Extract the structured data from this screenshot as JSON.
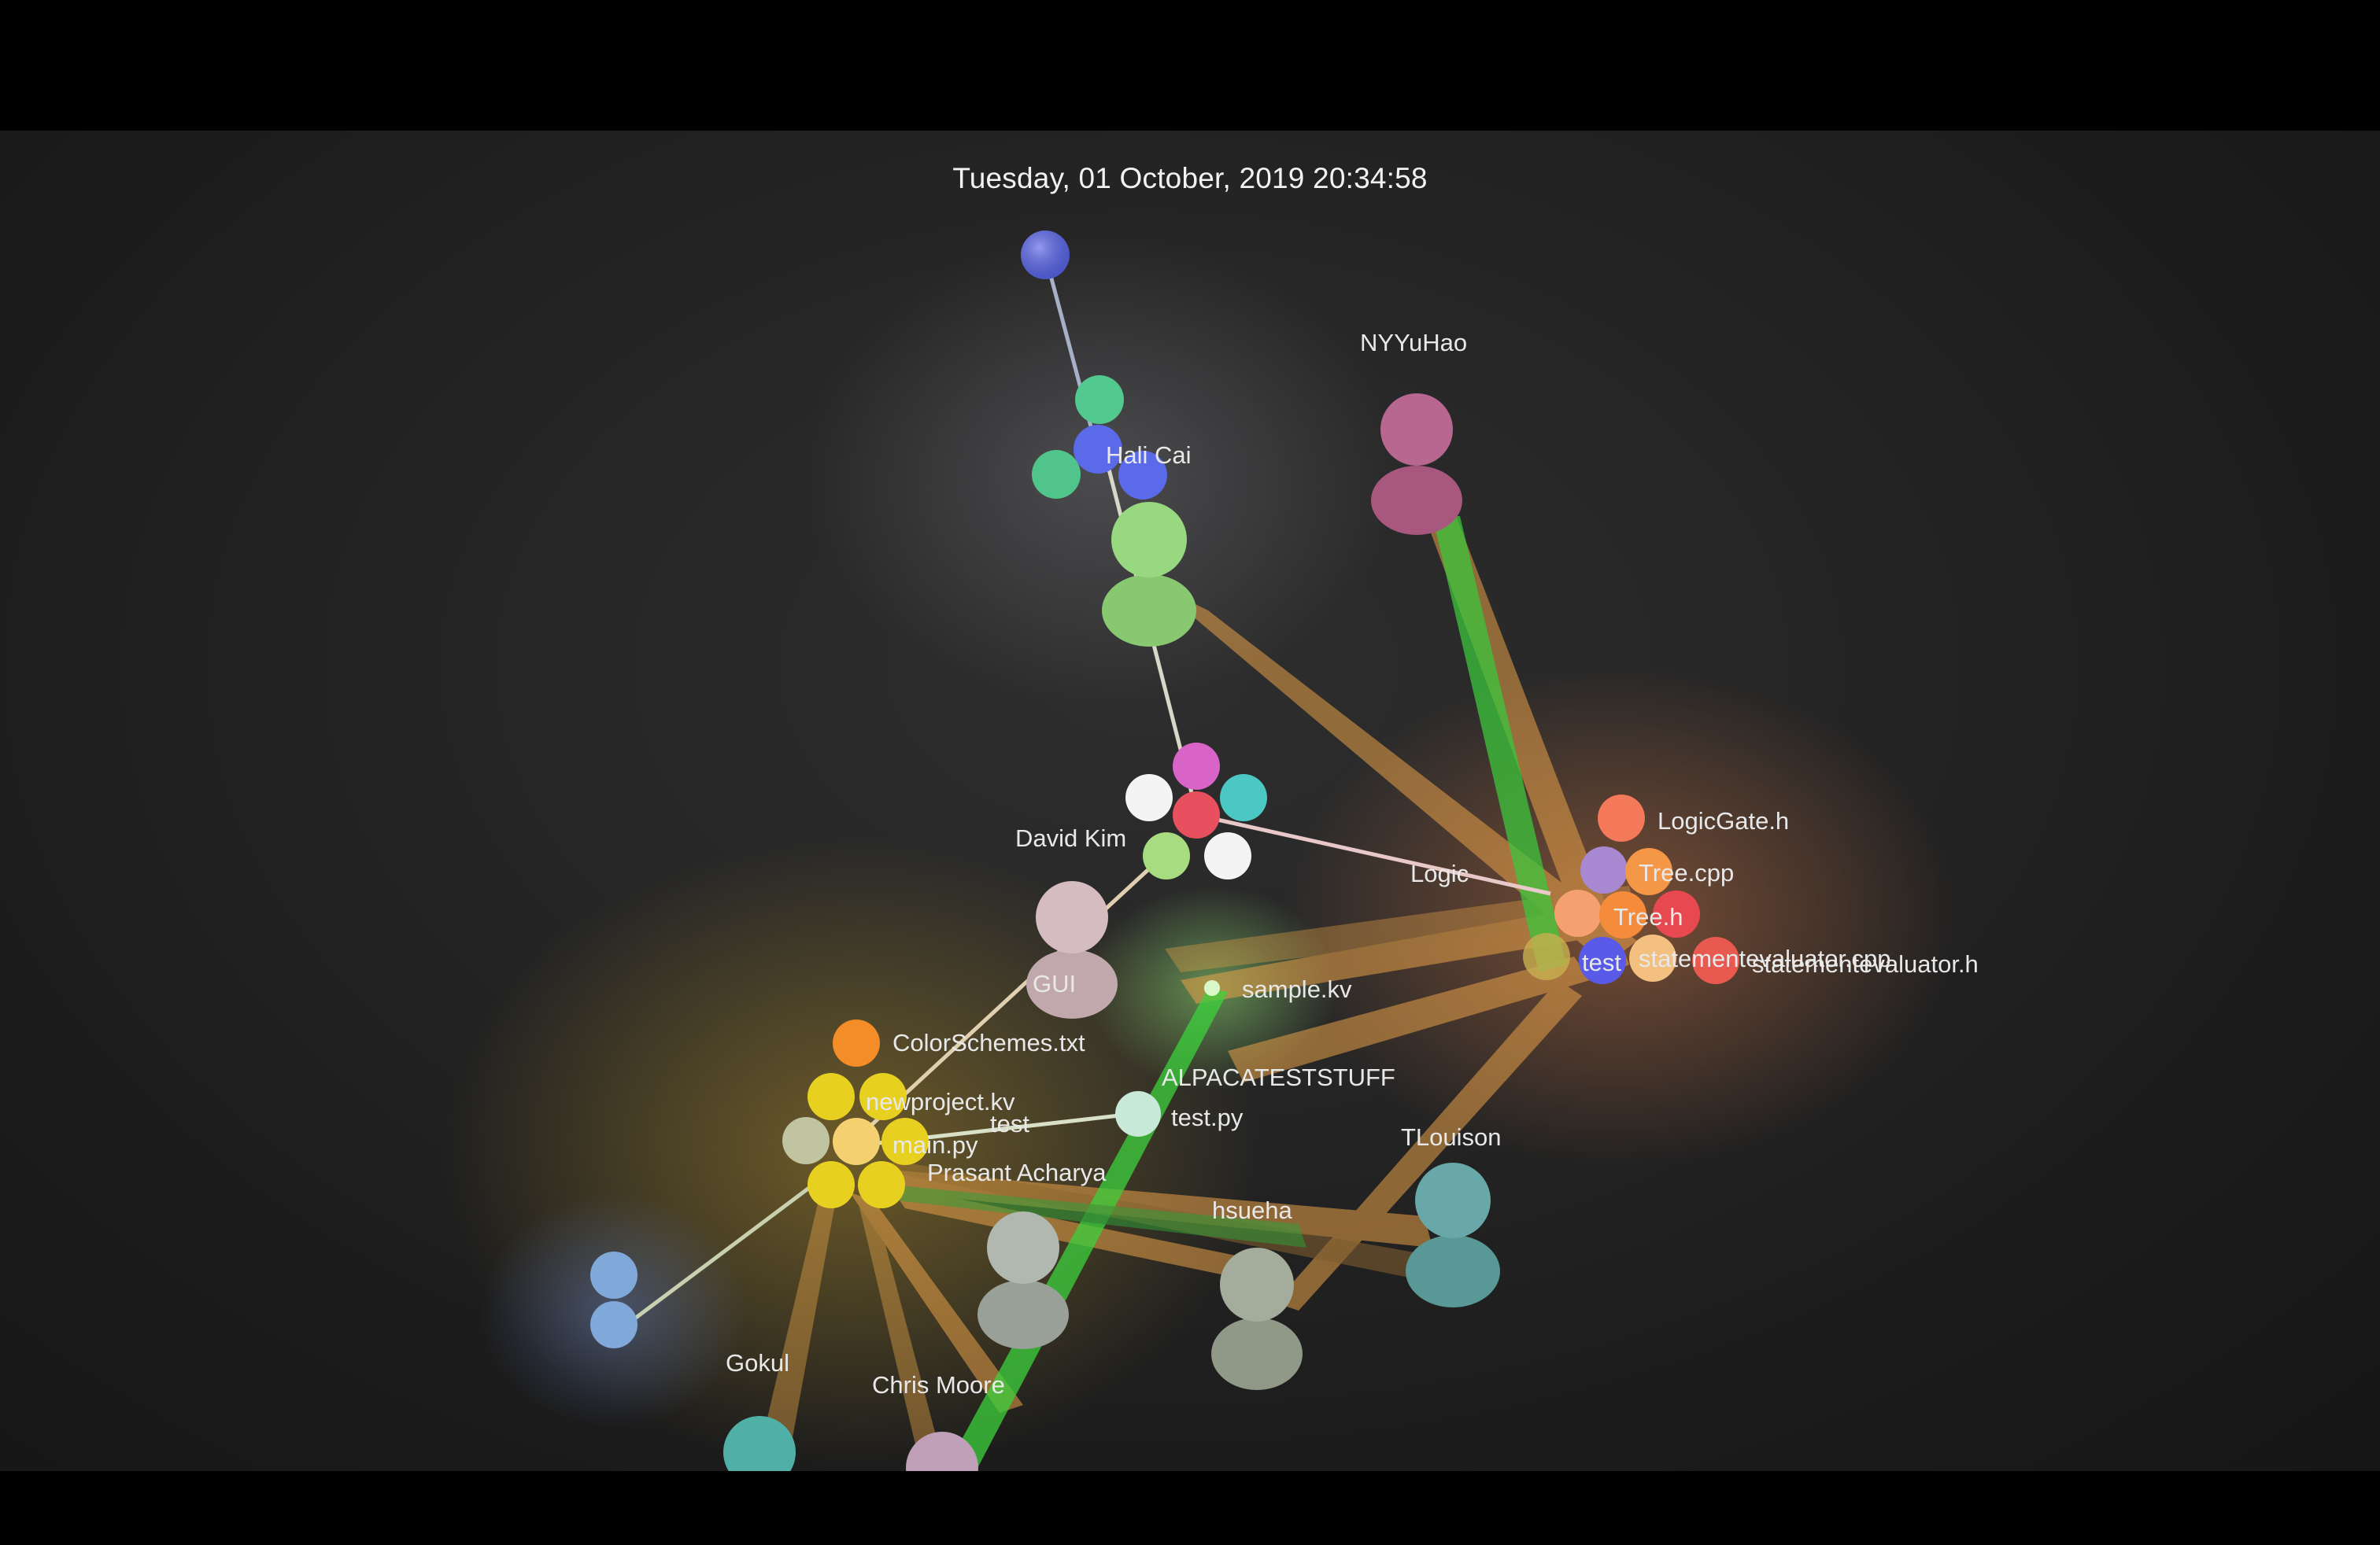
{
  "timestamp": "Tuesday, 01 October, 2019 20:34:58",
  "users": {
    "nyyuhao": "NYYuHao",
    "hali_cai": "Hali Cai",
    "david_kim": "David Kim",
    "tlouison": "TLouison",
    "hsueha": "hsueha",
    "prasant_acharya": "Prasant Acharya",
    "gokul": "Gokul",
    "chris_moore": "Chris Moore",
    "alpacateststuff": "ALPACATESTSTUFF"
  },
  "directories": {
    "logic": "Logic",
    "gui": "GUI",
    "test": "test"
  },
  "files": {
    "logicgate_h": "LogicGate.h",
    "tree_cpp": "Tree.cpp",
    "tree_h": "Tree.h",
    "test_file": "test",
    "statementevaluator_cpp": "statementevaluator.cpp",
    "statementevaluator_h": "statementevaluator.h",
    "sample_kv": "sample.kv",
    "colorschemes_txt": "ColorSchemes.txt",
    "newproject_kv": "newproject.kv",
    "main_py": "main.py",
    "test_py": "test.py"
  },
  "colors": {
    "background": "#222222",
    "edge_orange": "#f0a848",
    "edge_green": "#3cd23c",
    "branch_line": "#d8d8c8"
  }
}
